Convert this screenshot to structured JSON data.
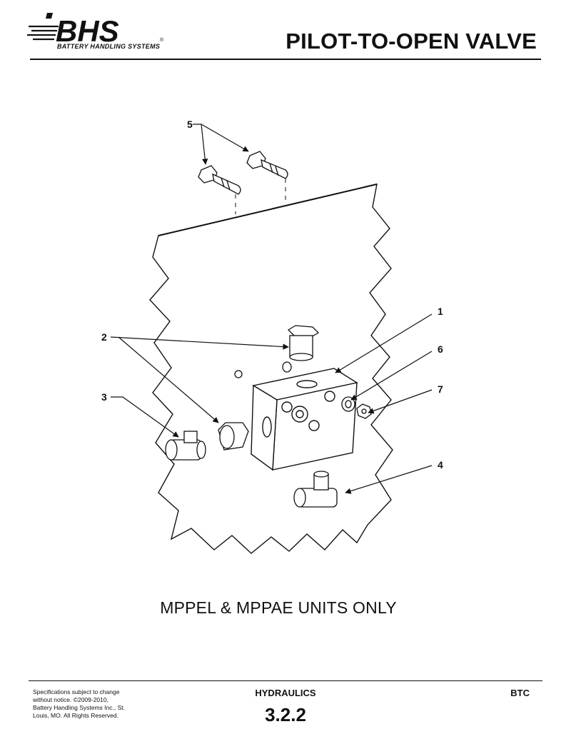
{
  "header": {
    "logo_text": "BHS",
    "logo_registered": "®",
    "logo_subtitle": "BATTERY HANDLING SYSTEMS",
    "title": "PILOT-TO-OPEN VALVE"
  },
  "drawing": {
    "callouts": [
      "1",
      "2",
      "3",
      "4",
      "5",
      "6",
      "7"
    ],
    "note": "MPPEL & MPPAE UNITS ONLY"
  },
  "footer": {
    "disclaimer": "Specifications subject to change without notice. ©2009-2010, Battery Handling Systems Inc., St. Louis, MO. All Rights Reserved.",
    "section": "HYDRAULICS",
    "model": "BTC",
    "page": "3.2.2"
  }
}
